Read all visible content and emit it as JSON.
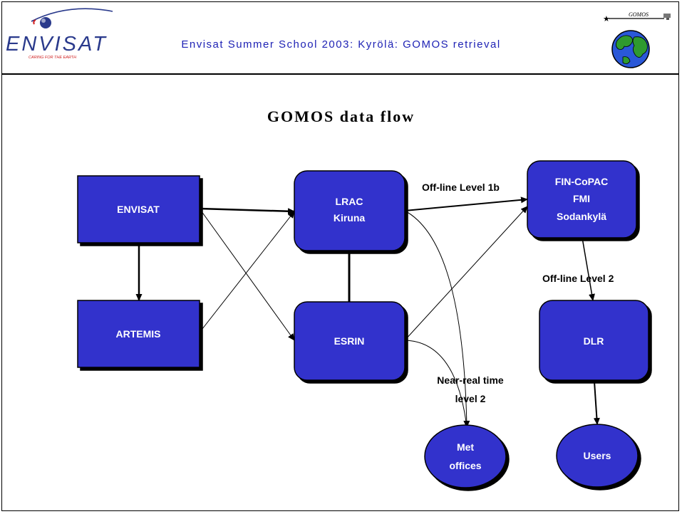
{
  "header": {
    "title": "Envisat Summer School 2003: Kyrölä: GOMOS retrieval",
    "logo_text": "ENVISAT",
    "logo_tagline": "CARING FOR THE EARTH",
    "right_logo_text": "GOMOS"
  },
  "diagram": {
    "title": "GOMOS data flow",
    "nodes": {
      "envisat": "ENVISAT",
      "artemis": "ARTEMIS",
      "lrac": [
        "LRAC",
        "Kiruna"
      ],
      "esrin": "ESRIN",
      "fin": [
        "FIN-CoPAC",
        "FMI",
        "Sodankylä"
      ],
      "dlr": "DLR",
      "met": [
        "Met",
        "offices"
      ],
      "users": "Users"
    },
    "edge_labels": {
      "level1b": "Off-line Level 1b",
      "level2": "Off-line Level 2",
      "nrt": [
        "Near-real time",
        "level 2"
      ]
    }
  },
  "colors": {
    "node_fill": "#3333cc",
    "header_text": "#1f23b5",
    "logo_blue": "#2a3a8c",
    "logo_red": "#d02020"
  }
}
